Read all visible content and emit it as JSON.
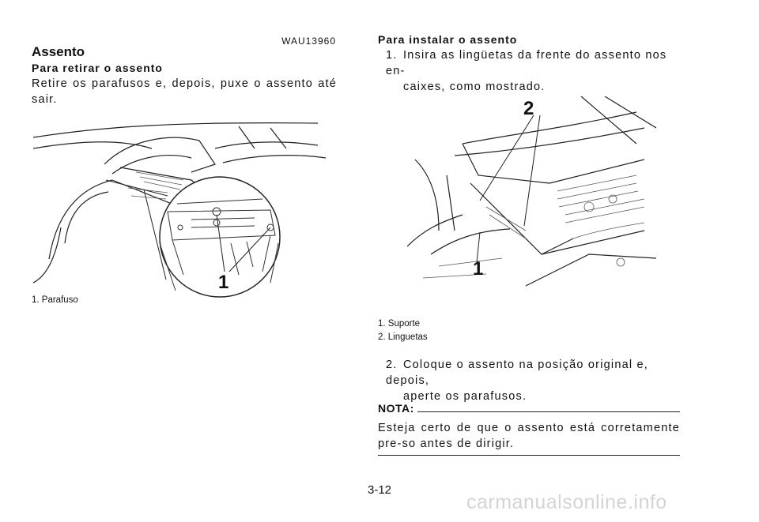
{
  "left": {
    "code": "WAU13960",
    "section_title": "Assento",
    "subtitle": "Para retirar o assento",
    "paragraph": "Retire os parafusos e, depois, puxe o assento até sair.",
    "figure": {
      "callout": "1",
      "captions": [
        "1.  Parafuso"
      ]
    }
  },
  "right": {
    "subtitle": "Para instalar o assento",
    "step1": {
      "num": "1.",
      "line1": "Insira as lingüetas da frente do assento nos en-",
      "line2": "caixes, como mostrado."
    },
    "figure": {
      "callout_1": "1",
      "callout_2": "2",
      "captions": [
        "1.  Suporte",
        "2.  Linguetas"
      ]
    },
    "step2": {
      "num": "2.",
      "line1": "Coloque o assento na posição original e, depois,",
      "line2": "aperte os parafusos."
    },
    "note_label": "NOTA:",
    "note_text": "Esteja certo de que o assento está corretamente pre-so antes de dirigir."
  },
  "page_number": "3-12",
  "watermark": "carmanualsonline.info"
}
